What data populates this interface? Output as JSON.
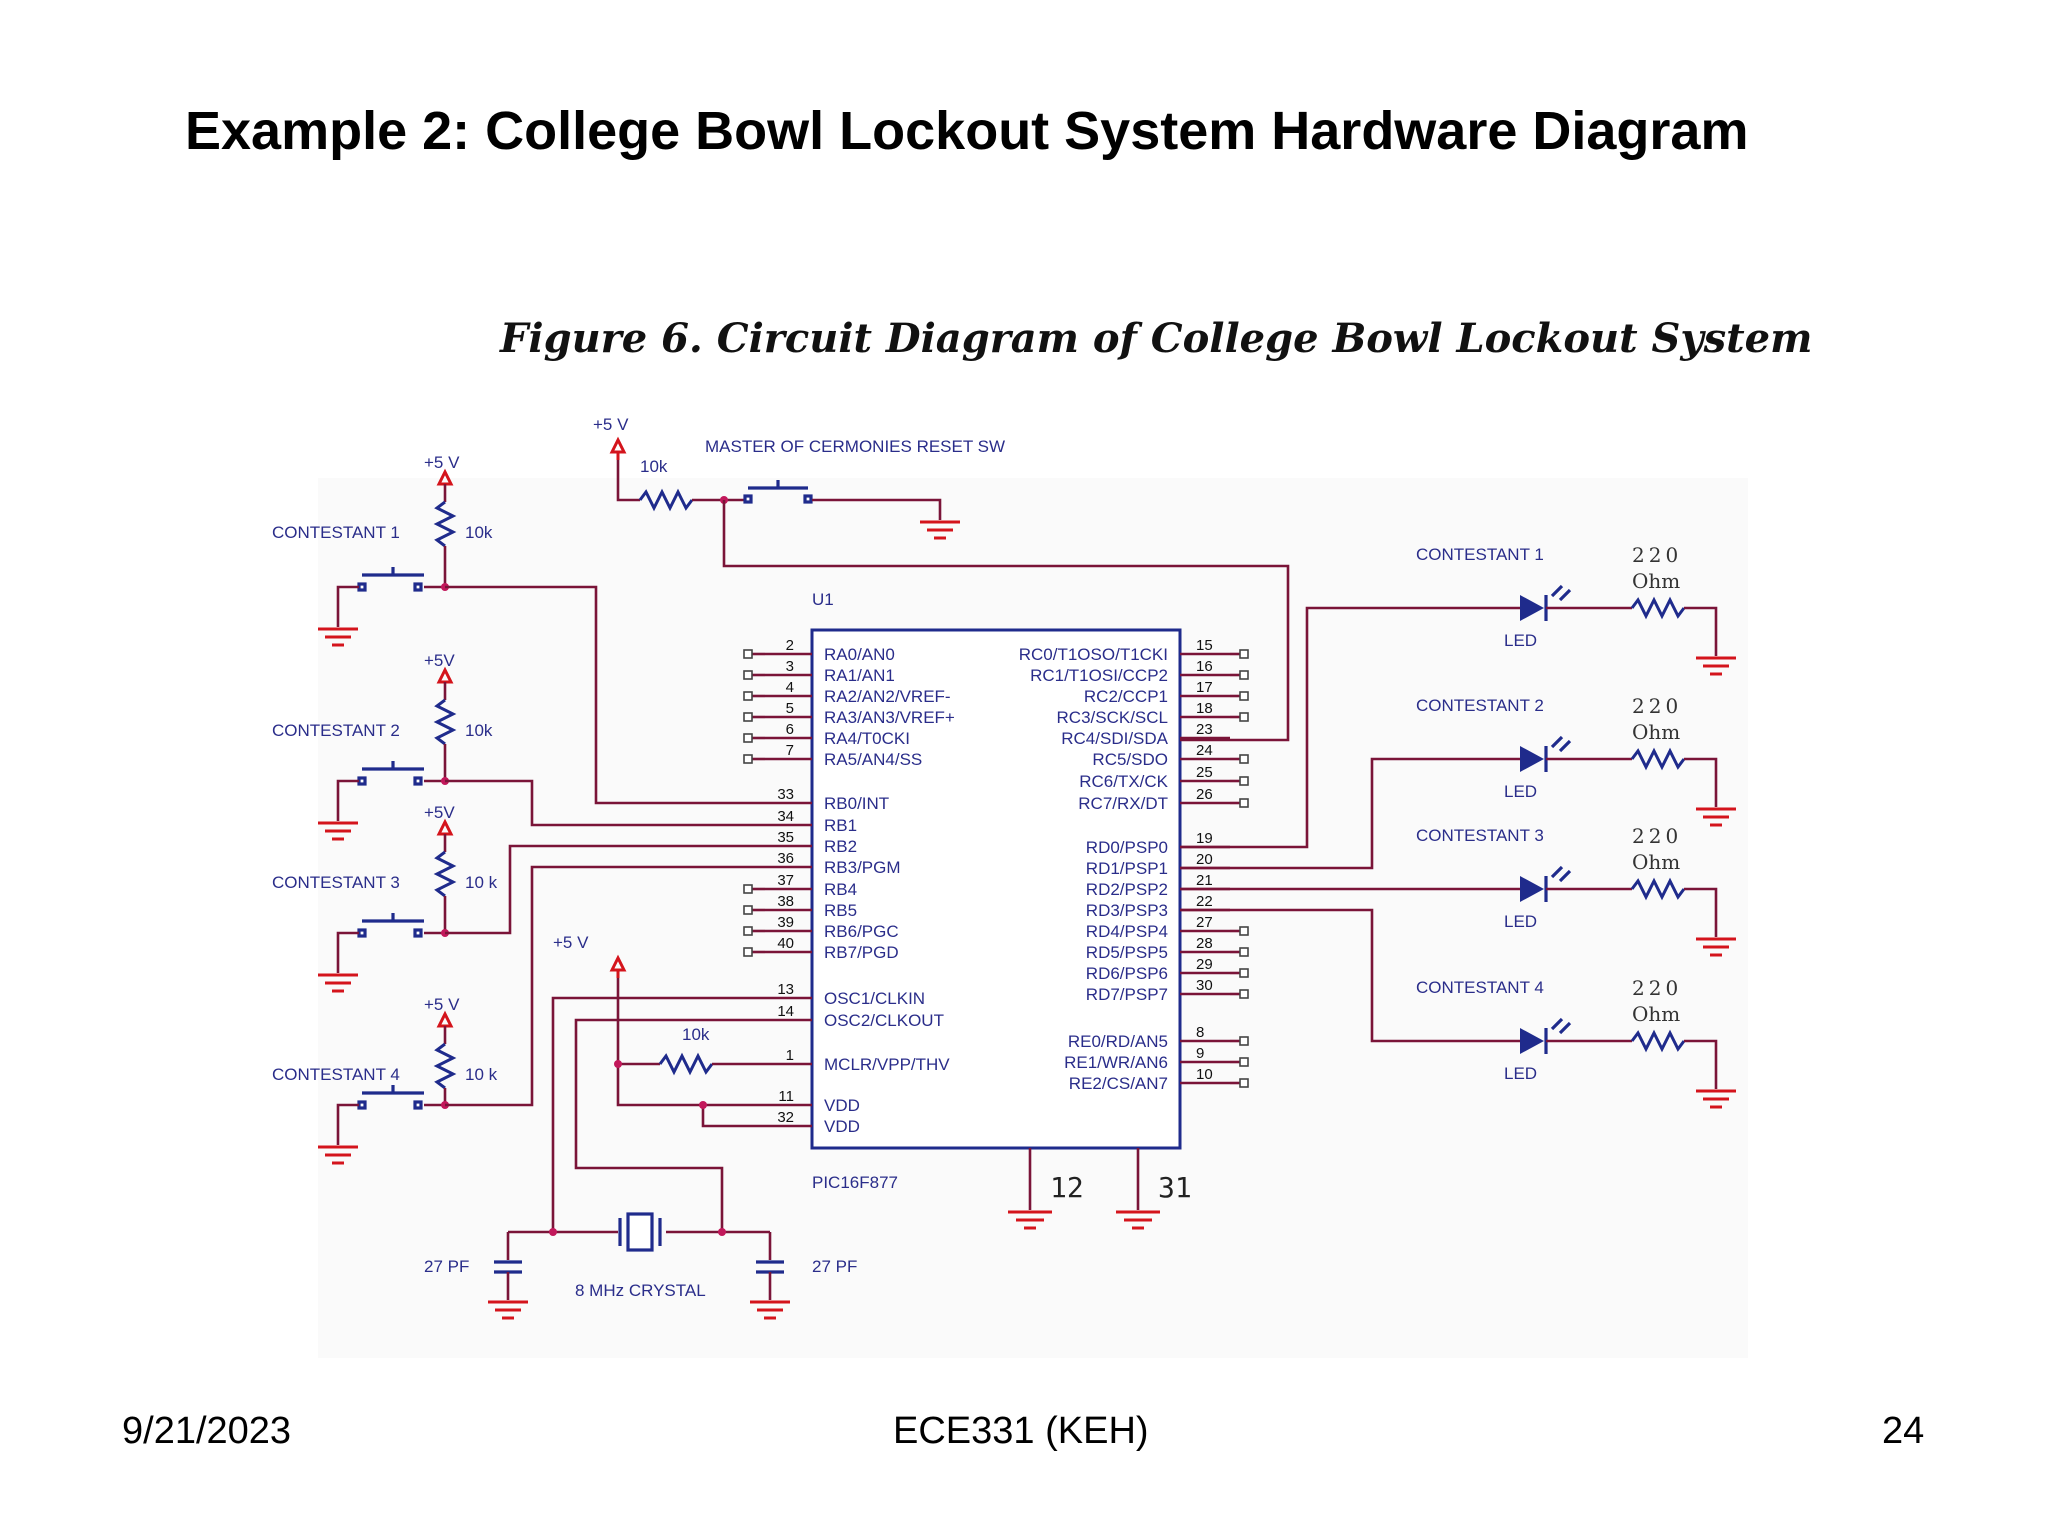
{
  "slide": {
    "title": "Example 2: College Bowl Lockout System Hardware Diagram",
    "footer_date": "9/21/2023",
    "footer_course": "ECE331 (KEH)",
    "footer_page": "24"
  },
  "figure": {
    "caption": "Figure 6.  Circuit Diagram of College Bowl Lockout System",
    "chip_ref": "U1",
    "chip_part": "PIC16F877",
    "master_supply": "+5 V",
    "master_resistor": "10k",
    "master_switch": "MASTER OF CERMONIES RESET SW",
    "contestant_inputs": [
      {
        "supply": "+5 V",
        "label": "CONTESTANT 1",
        "resistor": "10k"
      },
      {
        "supply": "+5V",
        "label": "CONTESTANT 2",
        "resistor": "10k"
      },
      {
        "supply": "+5V",
        "label": "CONTESTANT 3",
        "resistor": "10 k"
      },
      {
        "supply": "+5 V",
        "label": "CONTESTANT 4",
        "resistor": "10 k"
      }
    ],
    "left_pins": [
      {
        "no": "2",
        "name": "RA0/AN0"
      },
      {
        "no": "3",
        "name": "RA1/AN1"
      },
      {
        "no": "4",
        "name": "RA2/AN2/VREF-"
      },
      {
        "no": "5",
        "name": "RA3/AN3/VREF+"
      },
      {
        "no": "6",
        "name": "RA4/T0CKI"
      },
      {
        "no": "7",
        "name": "RA5/AN4/SS"
      },
      {
        "no": "33",
        "name": "RB0/INT"
      },
      {
        "no": "34",
        "name": "RB1"
      },
      {
        "no": "35",
        "name": "RB2"
      },
      {
        "no": "36",
        "name": "RB3/PGM"
      },
      {
        "no": "37",
        "name": "RB4"
      },
      {
        "no": "38",
        "name": "RB5"
      },
      {
        "no": "39",
        "name": "RB6/PGC"
      },
      {
        "no": "40",
        "name": "RB7/PGD"
      },
      {
        "no": "13",
        "name": "OSC1/CLKIN"
      },
      {
        "no": "14",
        "name": "OSC2/CLKOUT"
      },
      {
        "no": "1",
        "name": "MCLR/VPP/THV"
      },
      {
        "no": "11",
        "name": "VDD"
      },
      {
        "no": "32",
        "name": "VDD"
      }
    ],
    "right_pins": [
      {
        "no": "15",
        "name": "RC0/T1OSO/T1CKI"
      },
      {
        "no": "16",
        "name": "RC1/T1OSI/CCP2"
      },
      {
        "no": "17",
        "name": "RC2/CCP1"
      },
      {
        "no": "18",
        "name": "RC3/SCK/SCL"
      },
      {
        "no": "23",
        "name": "RC4/SDI/SDA"
      },
      {
        "no": "24",
        "name": "RC5/SDO"
      },
      {
        "no": "25",
        "name": "RC6/TX/CK"
      },
      {
        "no": "26",
        "name": "RC7/RX/DT"
      },
      {
        "no": "19",
        "name": "RD0/PSP0"
      },
      {
        "no": "20",
        "name": "RD1/PSP1"
      },
      {
        "no": "21",
        "name": "RD2/PSP2"
      },
      {
        "no": "22",
        "name": "RD3/PSP3"
      },
      {
        "no": "27",
        "name": "RD4/PSP4"
      },
      {
        "no": "28",
        "name": "RD5/PSP5"
      },
      {
        "no": "29",
        "name": "RD6/PSP6"
      },
      {
        "no": "30",
        "name": "RD7/PSP7"
      },
      {
        "no": "8",
        "name": "RE0/RD/AN5"
      },
      {
        "no": "9",
        "name": "RE1/WR/AN6"
      },
      {
        "no": "10",
        "name": "RE2/CS/AN7"
      }
    ],
    "osc_supply": "+5 V",
    "mclr_resistor": "10k",
    "crystal": "8 MHz CRYSTAL",
    "cap_left": "27 PF",
    "cap_right": "27 PF",
    "ground_pins": [
      "12",
      "31"
    ],
    "outputs": [
      {
        "label": "CONTESTANT 1",
        "led": "LED",
        "res_value": "220",
        "res_unit": "Ohm"
      },
      {
        "label": "CONTESTANT 2",
        "led": "LED",
        "res_value": "220",
        "res_unit": "Ohm"
      },
      {
        "label": "CONTESTANT 3",
        "led": "LED",
        "res_value": "220",
        "res_unit": "Ohm"
      },
      {
        "label": "CONTESTANT 4",
        "led": "LED",
        "res_value": "220",
        "res_unit": "Ohm"
      }
    ]
  }
}
